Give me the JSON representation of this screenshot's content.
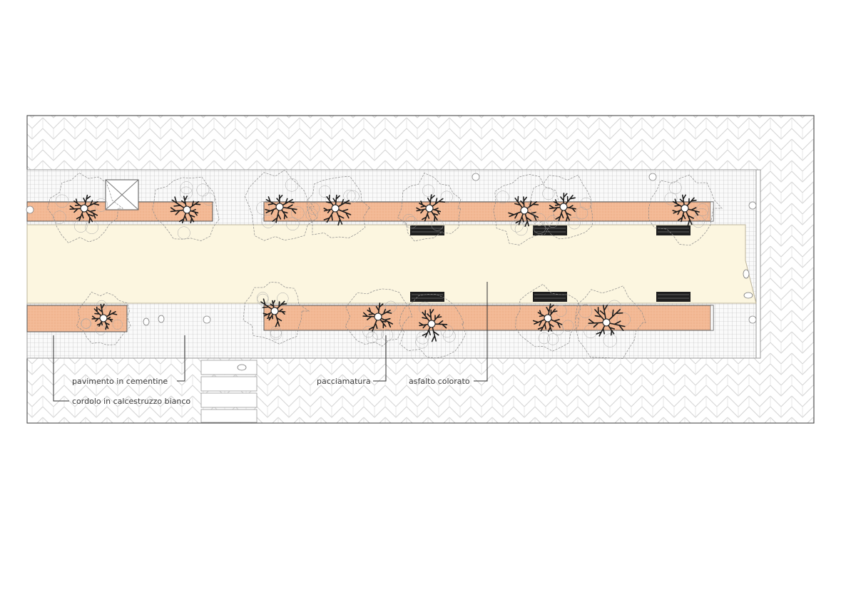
{
  "labels": {
    "pavimento": "pavimento in cementine",
    "cordolo": "cordolo in calcestruzzo bianco",
    "pacciamatura": "pacciamatura",
    "asfalto": "asfalto colorato"
  },
  "colors": {
    "background": "#ffffff",
    "herringbone_paving": "#d9d9d9",
    "grid_paving": "#bdbdbd",
    "mulch_bed": "#f2b48e",
    "colored_asphalt": "#fcf6e0",
    "bench": "#1e1e1e",
    "tree_branches": "#1b1b1b",
    "canopy_outline": "#8a8a8a",
    "border": "#3a3a3a"
  },
  "icons": [
    "deciduous-tree-icon",
    "bench-icon",
    "bollard-icon",
    "litter-bin-icon"
  ]
}
